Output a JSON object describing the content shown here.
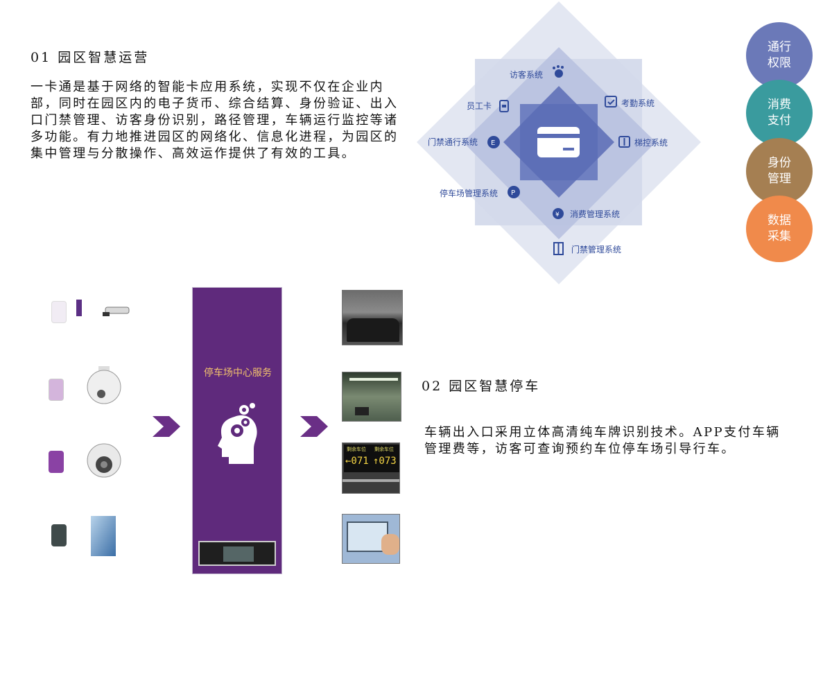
{
  "section1": {
    "title": "01 园区智慧运营",
    "body": "一卡通是基于网络的智能卡应用系统，实现不仅在企业内部，同时在园区内的电子货币、综合结算、身份验证、出入口门禁管理、访客身份识别，路径管理，车辆运行监控等诸多功能。有力地推进园区的网络化、信息化进程，为园区的集中管理与分散操作、高效运作提供了有效的工具。"
  },
  "diagram": {
    "labels": {
      "visitor": "访客系统",
      "staff_card": "员工卡",
      "attendance": "考勤系统",
      "gate_pass": "门禁通行系统",
      "elevator": "梯控系统",
      "parking": "停车场管理系统",
      "consumption": "消费管理系统",
      "access": "门禁管理系统"
    },
    "colors": {
      "outer": "#dfe3f0",
      "mid": "#c5cce4",
      "inner": "#9aa7d3",
      "core": "#5a6cb5",
      "label": "#2f4a9a"
    }
  },
  "circles": [
    {
      "label": "通行\n权限",
      "color": "#6b79b8"
    },
    {
      "label": "消费\n支付",
      "color": "#3a9b9e"
    },
    {
      "label": "身份\n管理",
      "color": "#a57f52"
    },
    {
      "label": "数据\n采集",
      "color": "#f08a4b"
    }
  ],
  "center_service": {
    "title": "停车场中心服务"
  },
  "section2": {
    "title": "02 园区智慧停车",
    "body": "车辆出入口采用立体高清纯车牌识别技术。APP支付车辆管理费等，访客可查询预约车位停车场引导行车。"
  },
  "parking_sign": {
    "left_header": "剩余车位",
    "right_header": "剩余车位",
    "left_value": "←071",
    "right_value": "↑073"
  }
}
